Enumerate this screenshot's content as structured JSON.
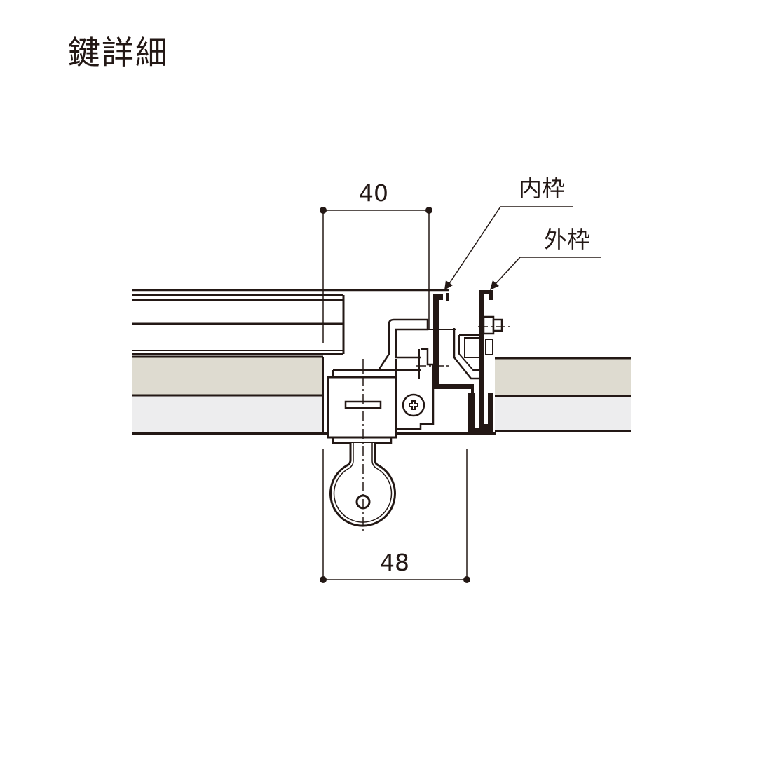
{
  "title": "鍵詳細",
  "dimensions": {
    "top": "40",
    "bottom": "48"
  },
  "labels": {
    "inner_frame": "内枠",
    "outer_frame": "外枠"
  },
  "colors": {
    "line": "#231815",
    "board_upper": "#dedbd0",
    "board_lower": "#ededee"
  }
}
